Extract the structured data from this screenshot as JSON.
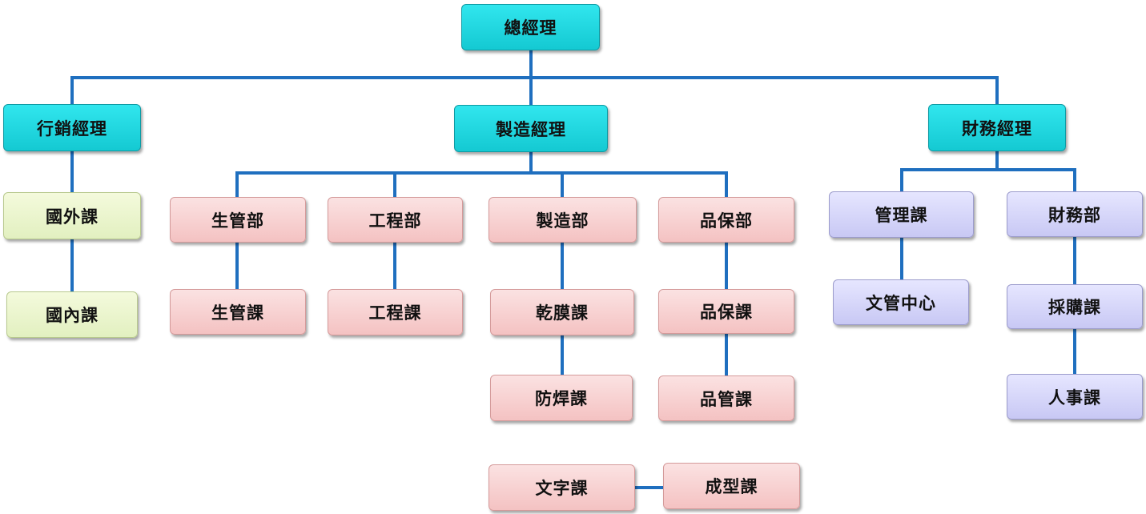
{
  "chart": {
    "line_color": "#1f6fbf",
    "colors": {
      "cyan": "#1ad6de",
      "green": "#e6f2c6",
      "pink": "#f6c9c9",
      "purple": "#cfcff6"
    },
    "nodes": {
      "gm": "總經理",
      "marketing_manager": "行銷經理",
      "manufacturing_manager": "製造經理",
      "finance_manager": "財務經理",
      "foreign_section": "國外課",
      "domestic_section": "國內課",
      "production_control_dept": "生管部",
      "production_control_section": "生管課",
      "engineering_dept": "工程部",
      "engineering_section": "工程課",
      "manufacturing_dept": "製造部",
      "dry_film_section": "乾膜課",
      "solder_mask_section": "防焊課",
      "legend_section": "文字課",
      "molding_section": "成型課",
      "qa_dept": "品保部",
      "qa_section": "品保課",
      "qc_section": "品管課",
      "management_section": "管理課",
      "document_center": "文管中心",
      "finance_dept": "財務部",
      "purchasing_section": "採購課",
      "hr_section": "人事課"
    }
  }
}
